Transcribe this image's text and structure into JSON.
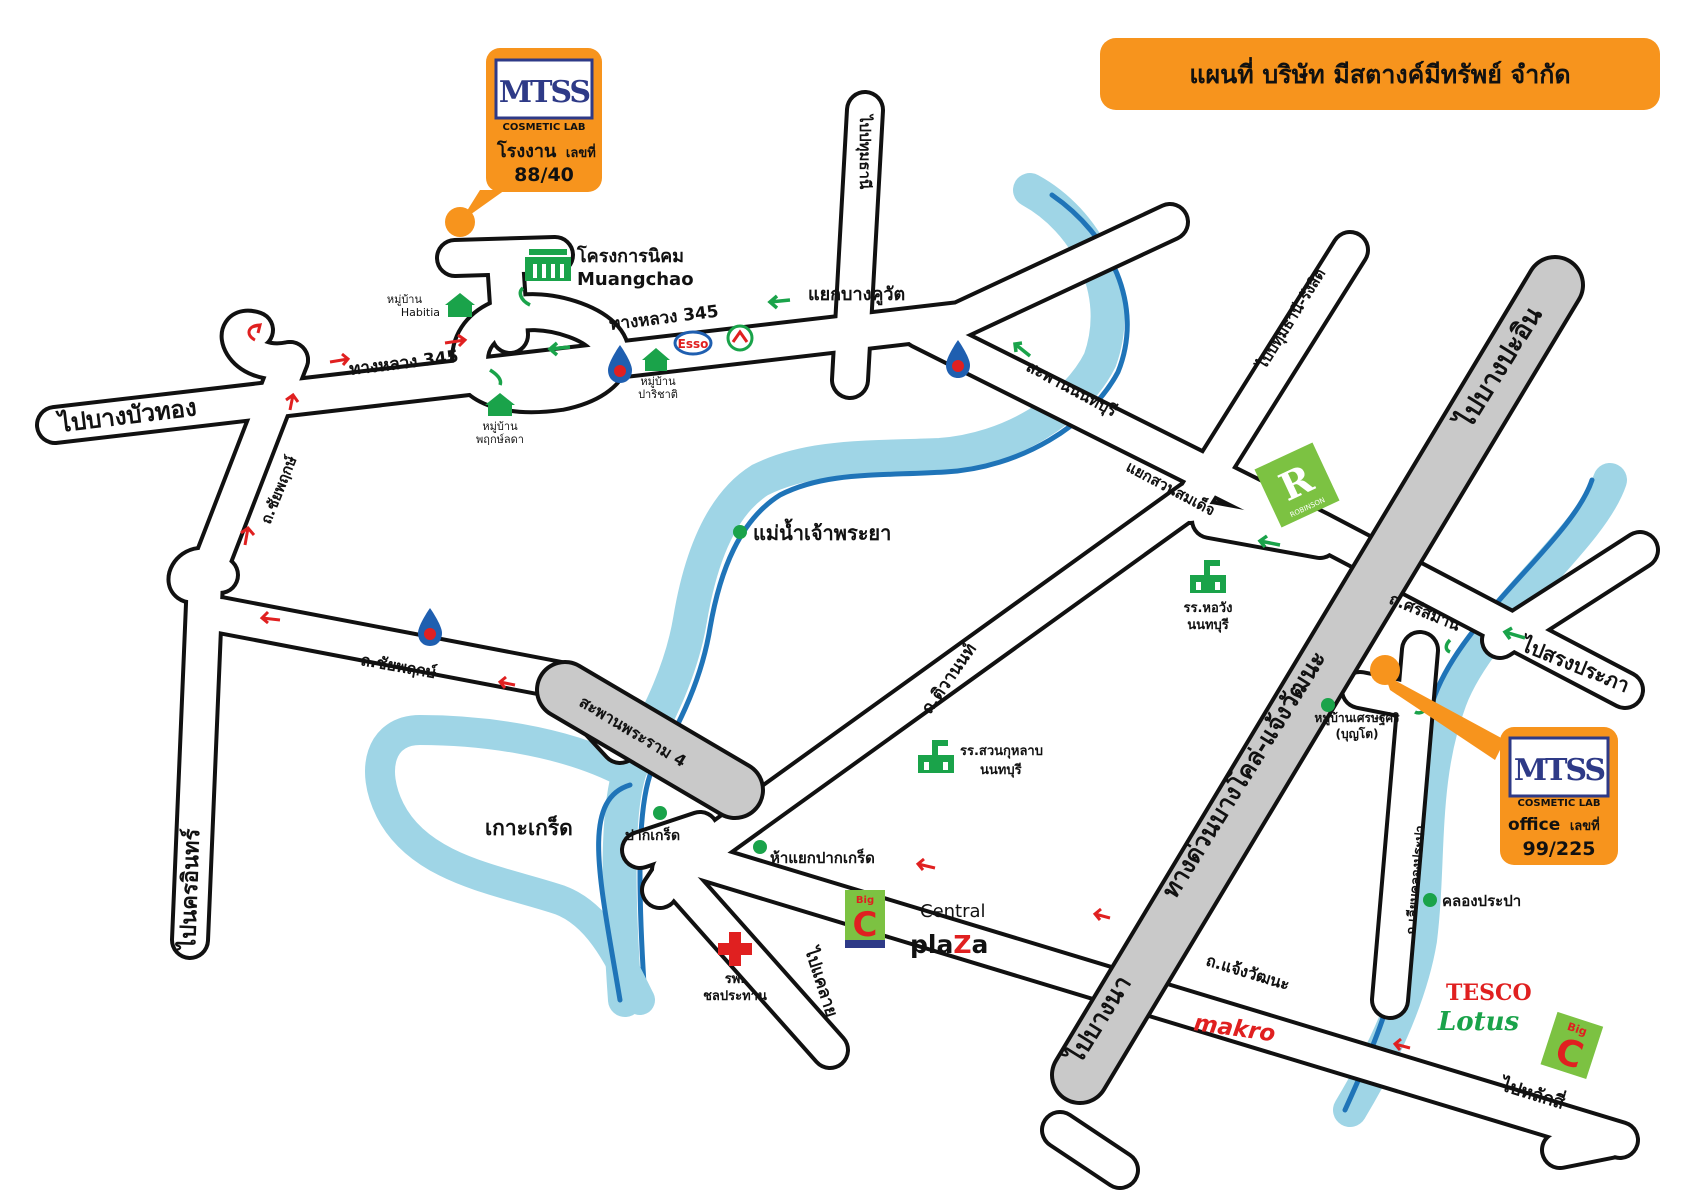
{
  "title": "แผนที่ บริษัท มีสตางค์มีทรัพย์ จำกัด",
  "colors": {
    "orange": "#f7941d",
    "green": "#1aa34a",
    "red": "#e02020",
    "river": "#9fd5e6",
    "river_edge": "#1f74b8",
    "expressway": "#c9c9c9"
  },
  "factory_callout": {
    "logo_text": "MTSS",
    "logo_sub": "COSMETIC LAB",
    "label": "โรงงาน",
    "no_label": "เลขที่",
    "number": "88/40"
  },
  "office_callout": {
    "logo_text": "MTSS",
    "logo_sub": "COSMETIC LAB",
    "label": "office",
    "no_label": "เลขที่",
    "number": "99/225"
  },
  "roads": {
    "bang_bua_thong": "ไปบางบัวทอง",
    "hwy345_left": "ทางหลวง  345",
    "hwy345_right": "ทางหลวง  345",
    "bang_khu_wat": "แยกบางคูวัต",
    "pathum_thani": "ไปปทุมธานี",
    "pathum_rangsit": "ไปปทุมธานี-รังสิต",
    "nonthaburi_bridge": "สะพานนนทบุรี",
    "suan_somdet": "แยกสวนสมเด็จ",
    "bang_pa_in": "ไปบางปะอิน",
    "chaiyaphruek_vert": "ถ.ชัยพฤกษ์",
    "chaiyaphruek_horiz": "ถ.ชัยพฤกษ์",
    "nakhon_in": "ไปนครอินทร์",
    "rama4_bridge": "สะพานพระราม 4",
    "tiwanon": "ถ.ติวานนท์",
    "expressway": "ทางด่วนบางโคล่-แจ้งวัฒนะ",
    "sri_saman": "ถ.ศรีสมาน",
    "song_prapha": "ไปสรงประภา",
    "bang_na": "ไปบางนา",
    "chaeng_watthana": "ถ.แจ้งวัฒนะ",
    "lak_si": "ไปหลักสี่",
    "khae_lai": "ไปแคลาย",
    "khlong_prapa_road": "ถ.เลียบคลองประปา",
    "pak_kret_junction": "ห้าแยกปากเกร็ด"
  },
  "places": {
    "nikhom_line1": "โครงการนิคม",
    "nikhom_line2": "Muangchao",
    "habitia_1": "หมู่บ้าน",
    "habitia_2": "Habitia",
    "pruksa_1": "หมู่บ้าน",
    "pruksa_2": "พฤกษ์ลดา",
    "parichat_1": "หมู่บ้าน",
    "parichat_2": "ปาริชาติ",
    "river_name": "แม่น้ำเจ้าพระยา",
    "ko_kret": "เกาะเกร็ด",
    "pak_kret": "ปากเกร็ด",
    "khlong_prapa": "คลองประปา",
    "school_howang_1": "รร.หอวัง",
    "school_howang_2": "นนทบุรี",
    "school_suankularb_1": "รร.สวนกุหลาบ",
    "school_suankularb_2": "นนทบุรี",
    "hospital_1": "รพ.",
    "hospital_2": "ชลประทาน",
    "village_setthasiri_1": "หมู่บ้านเศรษฐศิริ",
    "village_setthasiri_2": "(บุญโต)"
  },
  "brands": {
    "esso": "Esso",
    "robinson_letter": "R",
    "robinson": "ROBINSON",
    "bigc_small": "Big",
    "bigc_letter": "C",
    "central": "Central",
    "plaza_pre": "pla",
    "plaza_z": "Z",
    "plaza_post": "a",
    "makro": "makro",
    "tesco": "TESCO",
    "lotus": "Lotus"
  }
}
